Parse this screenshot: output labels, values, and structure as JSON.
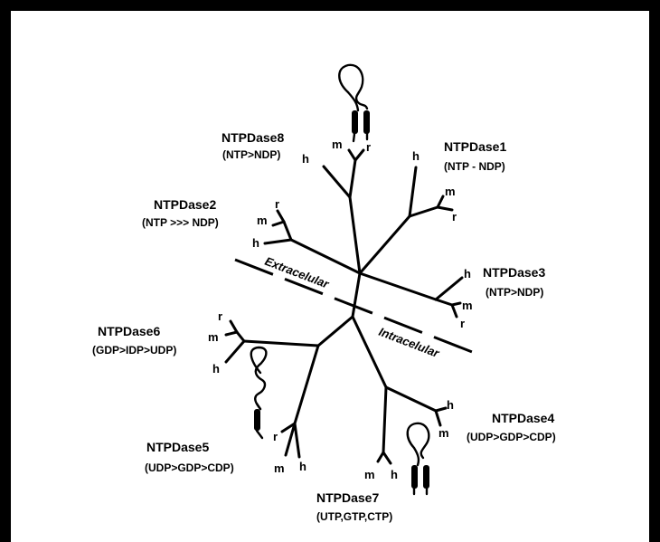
{
  "enzymes": [
    {
      "id": "ntpdase1",
      "name": "NTPDase1",
      "specificity": "(NTP - NDP)"
    },
    {
      "id": "ntpdase2",
      "name": "NTPDase2",
      "specificity": "(NTP >>> NDP)"
    },
    {
      "id": "ntpdase3",
      "name": "NTPDase3",
      "specificity": "(NTP>NDP)"
    },
    {
      "id": "ntpdase4",
      "name": "NTPDase4",
      "specificity": "(UDP>GDP>CDP)"
    },
    {
      "id": "ntpdase5",
      "name": "NTPDase5",
      "specificity": "(UDP>GDP>CDP)"
    },
    {
      "id": "ntpdase6",
      "name": "NTPDase6",
      "specificity": "(GDP>IDP>UDP)"
    },
    {
      "id": "ntpdase7",
      "name": "NTPDase7",
      "specificity": "(UTP,GTP,CTP)"
    },
    {
      "id": "ntpdase8",
      "name": "NTPDase8",
      "specificity": "(NTP>NDP)"
    }
  ],
  "species": {
    "h": "h",
    "m": "m",
    "r": "r"
  },
  "regions": {
    "extracellular": "Extracelular",
    "intracellular": "Intracelular"
  },
  "colors": {
    "background": "#ffffff",
    "ink": "#000000"
  },
  "icons": [
    "membrane-protein-icon"
  ]
}
